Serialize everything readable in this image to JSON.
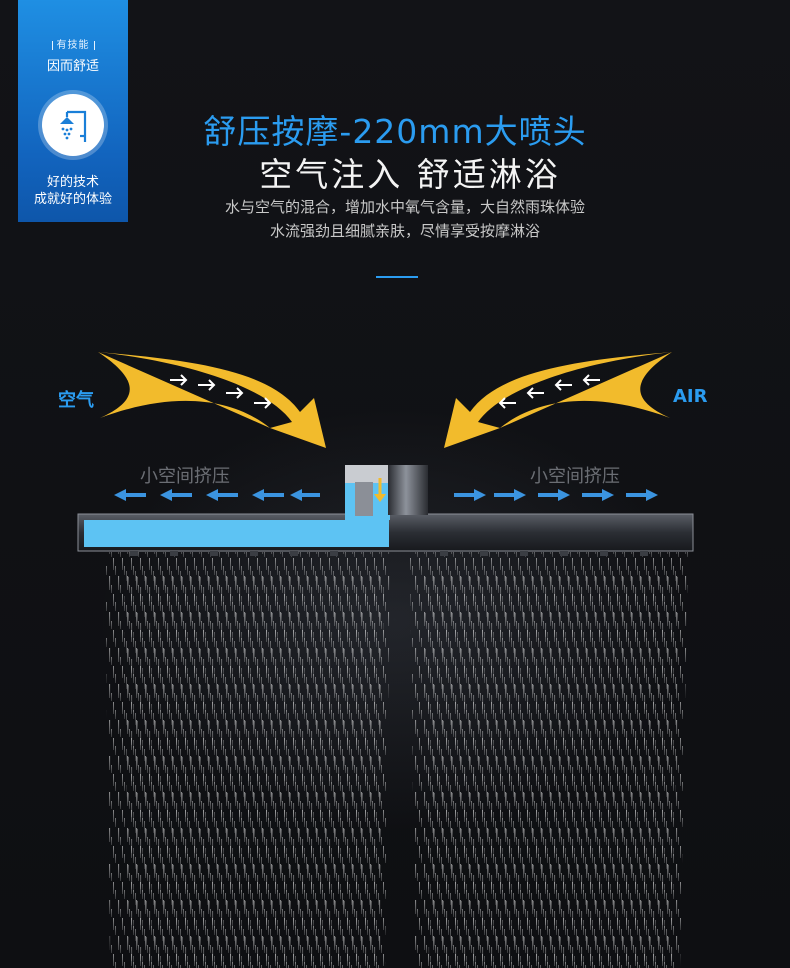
{
  "badge": {
    "tag": "有技能",
    "subtitle": "因而舒适",
    "icon": "shower-icon",
    "footer_line1": "好的技术",
    "footer_line2": "成就好的体验"
  },
  "headline": {
    "title": "舒压按摩-220mm大喷头",
    "subtitle": "空气注入  舒适淋浴",
    "desc_line1": "水与空气的混合，增加水中氧气含量，大自然雨珠体验",
    "desc_line2": "水流强劲且细腻亲肤，尽情享受按摩淋浴"
  },
  "diagram": {
    "air_label_cn": "空气",
    "air_label_en": "AIR",
    "squeeze_left": "小空间挤压",
    "squeeze_right": "小空间挤压"
  },
  "colors": {
    "accent_blue": "#2b9cf0",
    "arrow_yellow": "#f2bb2c",
    "water_blue": "#5dc3f3",
    "background": "#101114"
  }
}
